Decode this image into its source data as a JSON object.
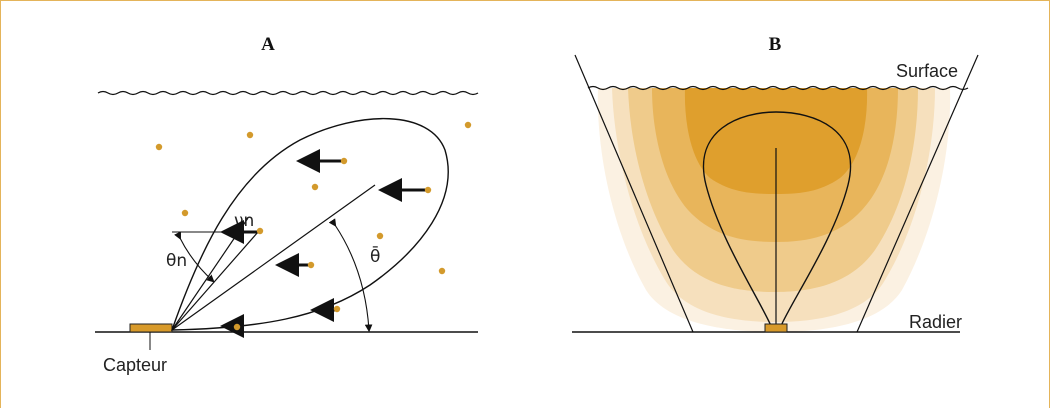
{
  "colors": {
    "frame": "#e4b45a",
    "particle": "#d39a2c",
    "sensor": "#d89a2a",
    "plume_levels": [
      "#fbf1e2",
      "#f6e0bd",
      "#efcb8b",
      "#e8b55b",
      "#df9f2d"
    ]
  },
  "panel_a": {
    "title": "A",
    "sensor_label": "Capteur",
    "velocity_label": "νn",
    "angle_label": "θn",
    "mean_angle_label": "θ̄"
  },
  "panel_b": {
    "title": "B",
    "surface_label": "Surface",
    "bed_label": "Radier"
  }
}
